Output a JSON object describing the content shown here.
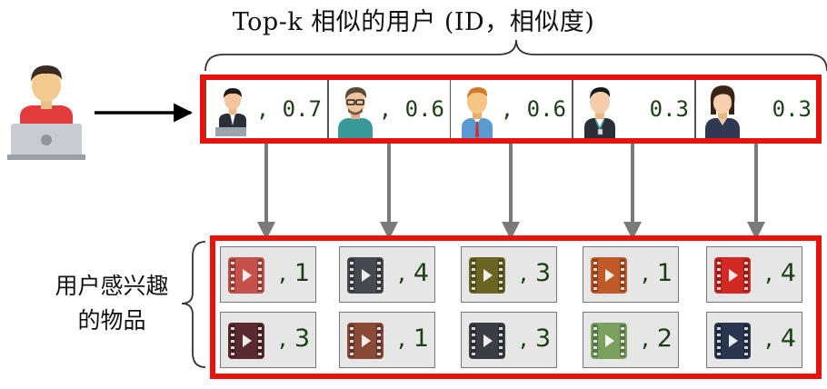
{
  "title": "Top-k 相似的用户 (ID，相似度)",
  "side_label": [
    "用户感兴趣",
    "的物品"
  ],
  "colors": {
    "frame": "#e8140c",
    "arrow_gray": "#7a7a7a",
    "text_green": "#1c3e16",
    "cell_bg": "#e6e6e6"
  },
  "query_user": {
    "icon": "user-at-laptop-icon"
  },
  "similar_users": [
    {
      "icon": "businessman-at-laptop-icon",
      "similarity": ", 0.7"
    },
    {
      "icon": "man-with-glasses-icon",
      "similarity": ", 0.6"
    },
    {
      "icon": "man-with-tie-icon",
      "similarity": ", 0.6"
    },
    {
      "icon": "man-with-lanyard-icon",
      "similarity": "0.3"
    },
    {
      "icon": "woman-icon",
      "similarity": "0.3"
    }
  ],
  "item_groups": [
    [
      {
        "icon": "film-icon",
        "color": "#c8504a",
        "rating": ", 1"
      },
      {
        "icon": "film-icon",
        "color": "#5a2a30",
        "rating": ", 3"
      }
    ],
    [
      {
        "icon": "film-icon",
        "color": "#454a50",
        "rating": ", 4"
      },
      {
        "icon": "film-icon",
        "color": "#8a4a35",
        "rating": ", 1"
      }
    ],
    [
      {
        "icon": "film-icon",
        "color": "#6a6520",
        "rating": ", 3"
      },
      {
        "icon": "film-icon",
        "color": "#3a3d44",
        "rating": ", 3"
      }
    ],
    [
      {
        "icon": "film-icon",
        "color": "#c05a28",
        "rating": ", 1"
      },
      {
        "icon": "film-icon",
        "color": "#7aa060",
        "rating": ", 2"
      }
    ],
    [
      {
        "icon": "film-icon",
        "color": "#d22a22",
        "rating": ", 4"
      },
      {
        "icon": "film-icon",
        "color": "#2a3550",
        "rating": ", 4"
      }
    ]
  ]
}
